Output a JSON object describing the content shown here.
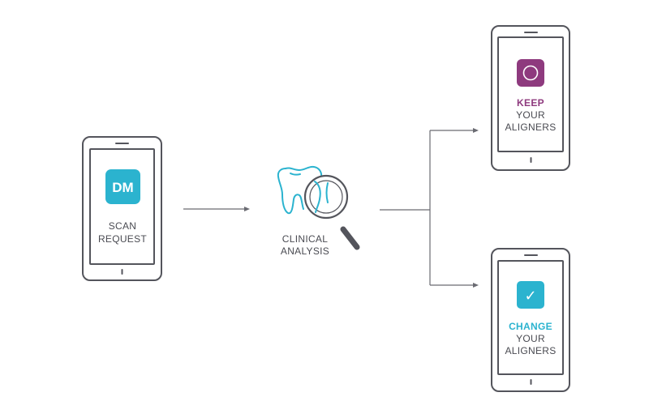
{
  "nodes": {
    "scan": {
      "badge_text": "DM",
      "label_line1": "SCAN",
      "label_line2": "REQUEST"
    },
    "analysis": {
      "label_line1": "CLINICAL",
      "label_line2": "ANALYSIS"
    },
    "keep": {
      "label_line1": "KEEP",
      "label_line2": "YOUR",
      "label_line3": "ALIGNERS"
    },
    "change": {
      "check_glyph": "✓",
      "label_line1": "CHANGE",
      "label_line2": "YOUR",
      "label_line3": "ALIGNERS"
    }
  },
  "colors": {
    "teal": "#2bb3cf",
    "purple": "#8e3a7e",
    "text": "#4a4b52",
    "line": "#54555c"
  },
  "icons": {
    "scan_badge": "dm-logo-icon",
    "analysis": "tooth-magnifier-icon",
    "keep": "circle-icon",
    "change": "checkmark-icon"
  }
}
